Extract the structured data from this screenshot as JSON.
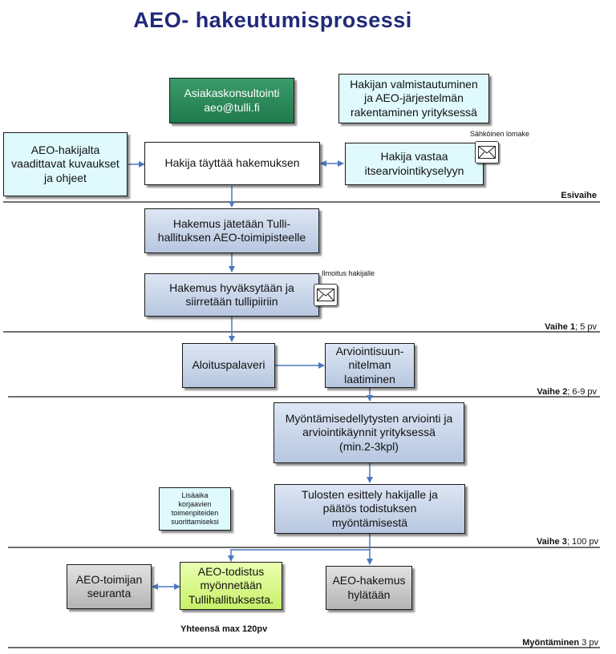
{
  "title": "AEO-  hakeutumisprosessi",
  "colors": {
    "arrow": "#4a78c0",
    "title": "#1f2a7a",
    "divider": "#1a1a1a"
  },
  "icons": {
    "envelope": "envelope-icon"
  },
  "boxes": {
    "consult": "Asiakaskonsultointi\naeo@tulli.fi",
    "prepare": "Hakijan valmistautuminen\nja AEO-järjestelmän\nrakentaminen yrityksessä",
    "requirements": "AEO-hakijalta\nvaadittavat kuvaukset\nja ohjeet",
    "fill_application": "Hakija täyttää hakemuksen",
    "self_assessment": "Hakija vastaa\nitsearviointikyselyyn",
    "submit": "Hakemus jätetään Tulli-\nhallituksen AEO-toimipisteelle",
    "accept": "Hakemus hyväksytään ja\nsiirretään tullipiiriin",
    "kickoff": "Aloituspalaveri",
    "plan": "Arviointisuun-\nnitelman\nlaatiminen",
    "evaluation": "Myöntämisedellytysten arviointi ja\narviointikäynnit yrityksessä\n(min.2-3kpl)",
    "results": "Tulosten esittely hakijalle ja\npäätös todistuksen\nmyöntämisestä",
    "extra_time": "Lisäaika\nkorjaavien\ntoimenpiteiden\nsuorittamiseksi",
    "monitoring": "AEO-toimijan\nseuranta",
    "certificate": "AEO-todistus\nmyönnetään\nTullihallituksesta.",
    "rejected": "AEO-hakemus\nhylätään"
  },
  "notes": {
    "electronic_form": "Sähköinen lomake",
    "notice": "Ilmoitus hakijalle"
  },
  "phases": {
    "pre": {
      "name": "Esivaihe",
      "duration": ""
    },
    "p1": {
      "name": "Vaihe 1",
      "duration": "; 5 pv"
    },
    "p2": {
      "name": "Vaihe 2",
      "duration": "; 6-9 pv"
    },
    "p3": {
      "name": "Vaihe 3",
      "duration": "; 100 pv"
    },
    "grant": {
      "name": "Myöntäminen",
      "duration": " 3 pv"
    }
  },
  "total": "Yhteensä max 120pv"
}
